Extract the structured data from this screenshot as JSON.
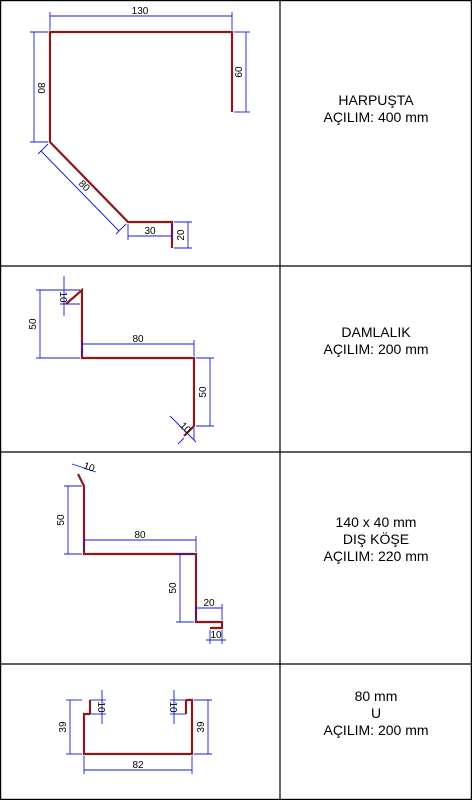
{
  "rows": [
    {
      "id": "harpusta",
      "label_lines": [
        "HARPUŞTA",
        "AÇILIM: 400 mm"
      ],
      "dimensions": [
        "130",
        "60",
        "80",
        "80",
        "30",
        "20"
      ]
    },
    {
      "id": "damlalik",
      "label_lines": [
        "DAMLALIK",
        "AÇILIM: 200 mm"
      ],
      "dimensions": [
        "10",
        "50",
        "80",
        "50",
        "10"
      ]
    },
    {
      "id": "dis-kose",
      "label_lines": [
        "140 x 40 mm",
        "DIŞ KÖŞE",
        "AÇILIM: 220 mm"
      ],
      "dimensions": [
        "10",
        "50",
        "80",
        "50",
        "20",
        "10"
      ]
    },
    {
      "id": "u-profile",
      "label_lines": [
        "80 mm",
        "U",
        "AÇILIM: 200 mm"
      ],
      "dimensions": [
        "10",
        "10",
        "39",
        "39",
        "82"
      ]
    }
  ],
  "colors": {
    "profile": "#8b1a1a",
    "dimension": "#1a1ad6",
    "grid": "#000000"
  }
}
